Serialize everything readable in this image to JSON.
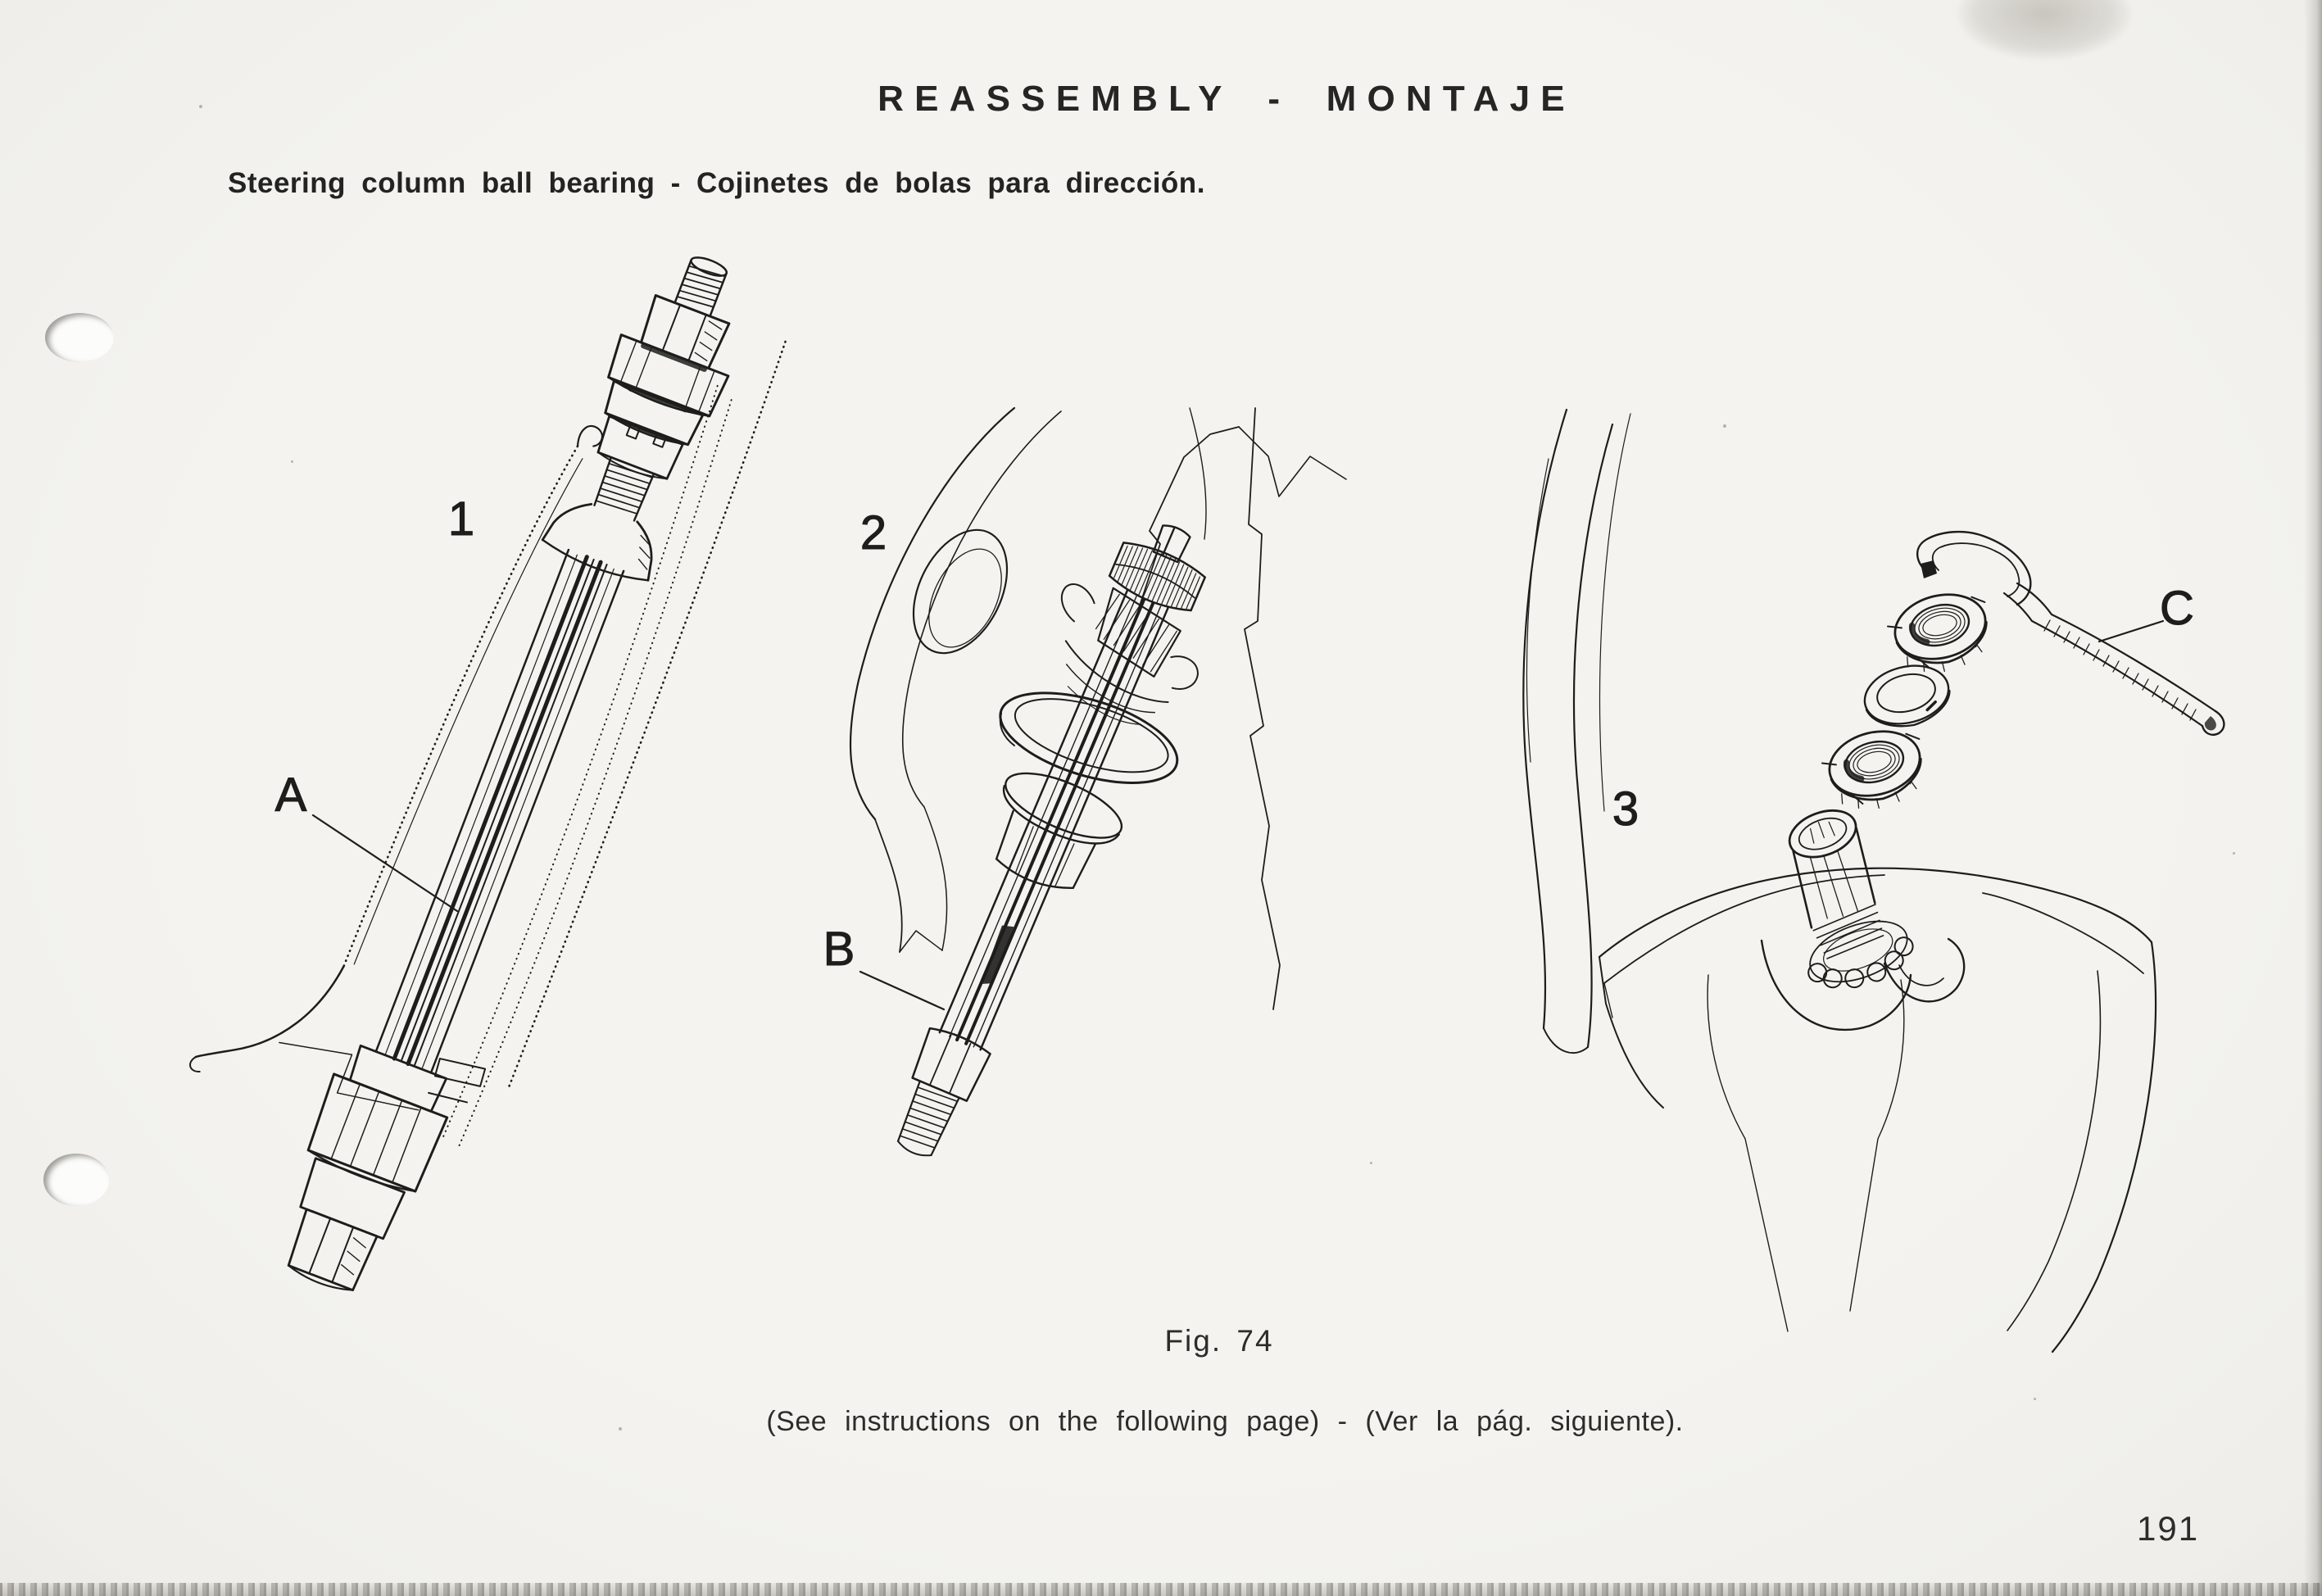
{
  "page": {
    "header_title": "REASSEMBLY - MONTAJE",
    "section_title": "Steering column ball bearing - Cojinetes de bolas para dirección.",
    "figure_caption": "Fig. 74",
    "instructions_note": "(See instructions on the following page) - (Ver la pág. siguiente).",
    "page_number": "191"
  },
  "figures": {
    "fig1": {
      "number": "1",
      "part_label": "A"
    },
    "fig2": {
      "number": "2",
      "part_label": "B"
    },
    "fig3": {
      "number": "3",
      "part_label": "C"
    }
  },
  "colors": {
    "paper": "#f2f1ee",
    "ink": "#1d1d1b"
  }
}
